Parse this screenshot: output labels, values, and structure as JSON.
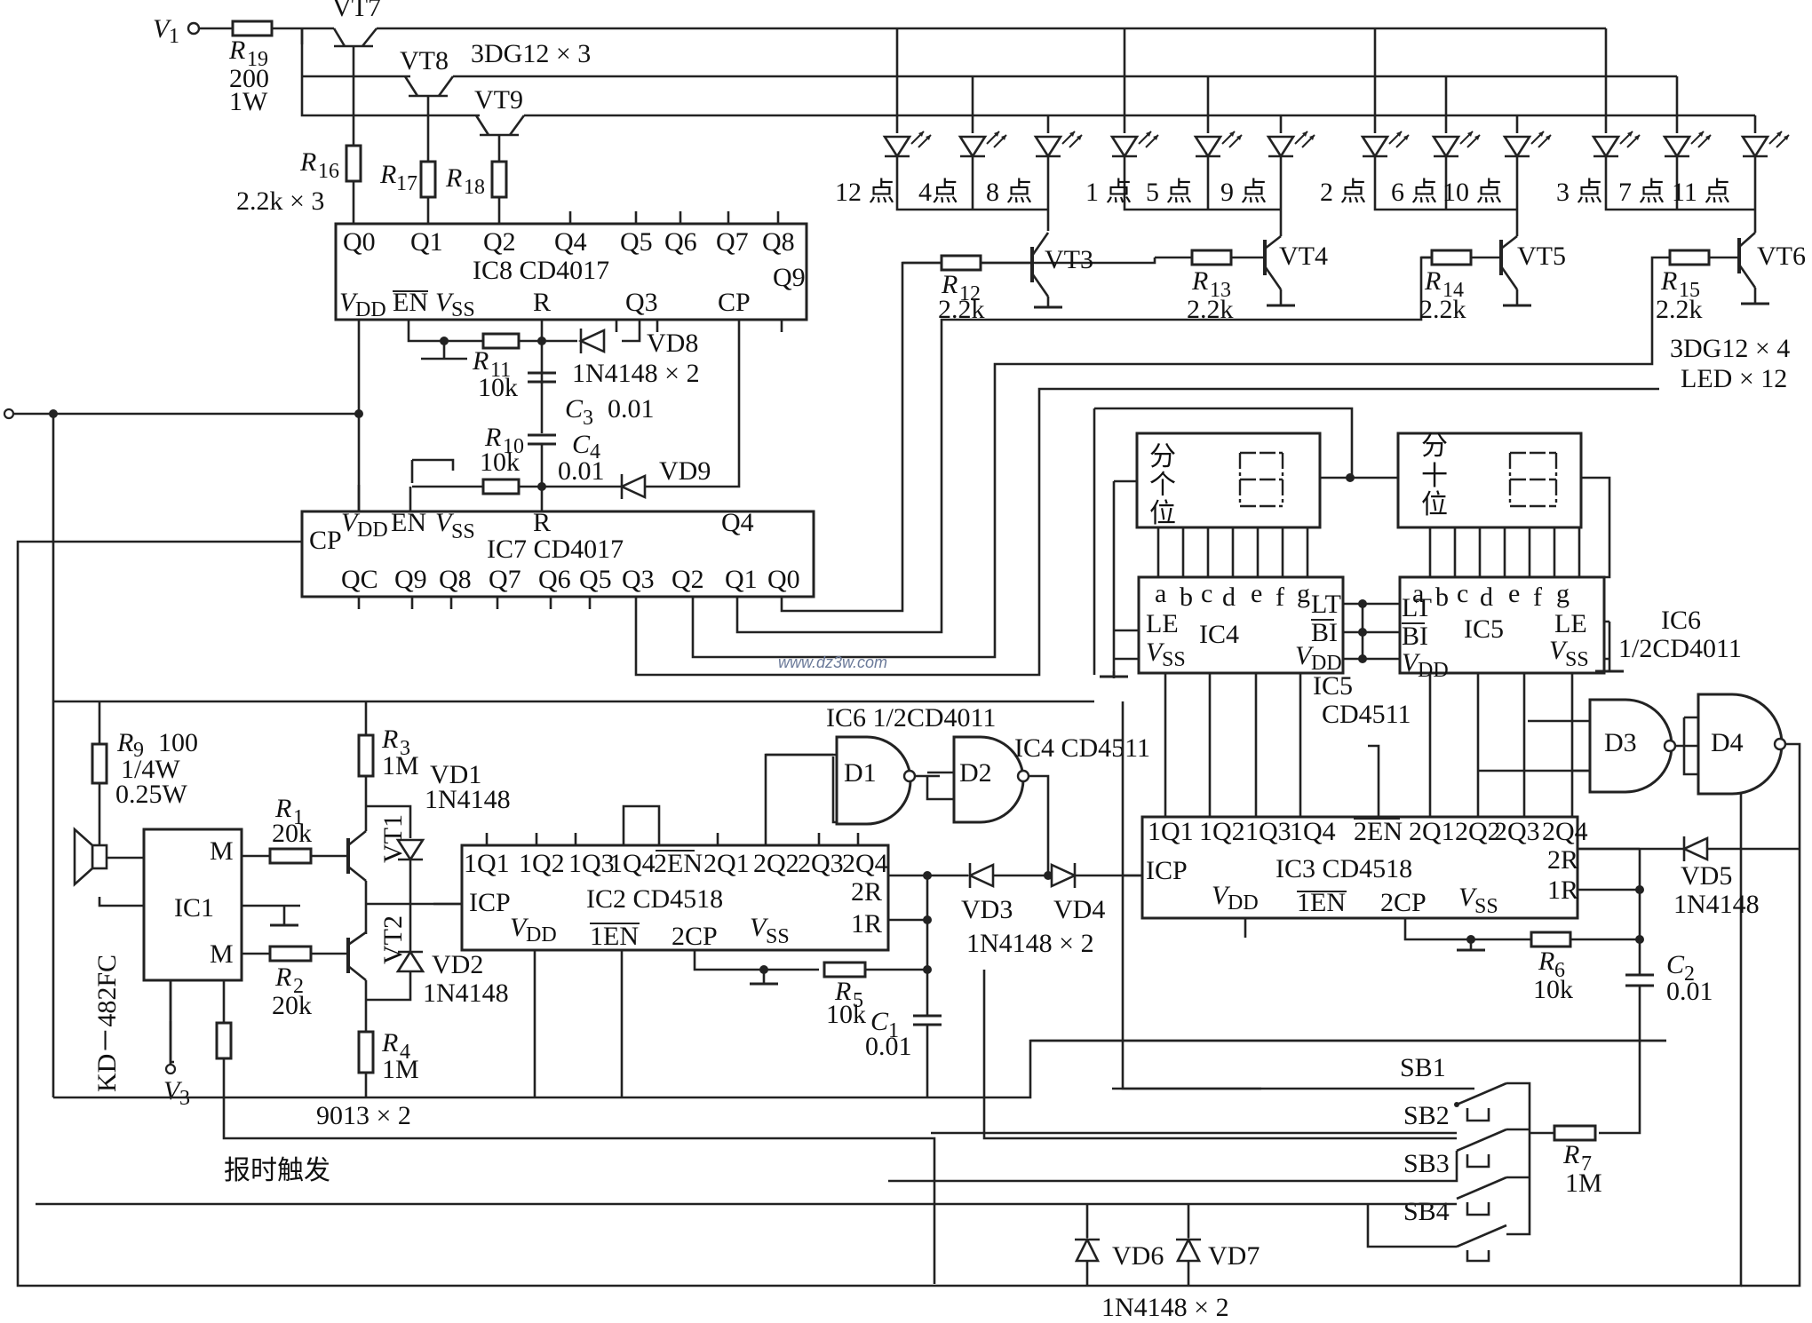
{
  "labels": {
    "v1": "V",
    "v1_sub": "1",
    "vt7": "VT7",
    "vt8": "VT8",
    "vt9": "VT9",
    "vt_type": "3DG12 × 3",
    "r19": "R",
    "r19_sub": "19",
    "r19_val": "200",
    "r19_pow": "1W",
    "r16": "R",
    "r16_sub": "16",
    "r17": "R",
    "r17_sub": "17",
    "r18": "R",
    "r18_sub": "18",
    "r16_val": "2.2k × 3",
    "ic8_pins_top": [
      "Q0",
      "Q1",
      "Q2",
      "Q4",
      "Q5",
      "Q6",
      "Q7",
      "Q8"
    ],
    "ic8_q9": "Q9",
    "ic8_name": "IC8  CD4017",
    "ic8_vdd": "V",
    "ic8_vdd_sub": "DD",
    "ic8_en": "EN",
    "ic8_vss": "V",
    "ic8_vss_sub": "SS",
    "ic8_r": "R",
    "ic8_q3": "Q3",
    "ic8_cp": "CP",
    "vd8": "VD8",
    "r11": "R",
    "r11_sub": "11",
    "r11_val": "10k",
    "vd_type": "1N4148 × 2",
    "c3": "C",
    "c3_sub": "3",
    "c3_val": "0.01",
    "r10": "R",
    "r10_sub": "10",
    "r10_val": "10k",
    "c4": "C",
    "c4_sub": "4",
    "c4_val": "0.01",
    "vd9": "VD9",
    "ic7_cp": "CP",
    "ic7_vdd": "V",
    "ic7_vdd_sub": "DD",
    "ic7_en": "EN",
    "ic7_vss": "V",
    "ic7_vss_sub": "SS",
    "ic7_r": "R",
    "ic7_q4": "Q4",
    "ic7_name": "IC7  CD4017",
    "ic7_pins_bottom": [
      "QC",
      "Q9",
      "Q8",
      "Q7",
      "Q6",
      "Q5",
      "Q3",
      "Q2",
      "Q1",
      "Q0"
    ],
    "led_hours": [
      "12 点",
      "4点",
      "8 点",
      "1 点",
      "5 点",
      "9 点",
      "2 点",
      "6 点",
      "10 点",
      "3 点",
      "7 点",
      "11 点"
    ],
    "vt3": "VT3",
    "vt4": "VT4",
    "vt5": "VT5",
    "vt6": "VT6",
    "r12": "R",
    "r12_sub": "12",
    "r13": "R",
    "r13_sub": "13",
    "r14": "R",
    "r14_sub": "14",
    "r15": "R",
    "r15_sub": "15",
    "r_base_val": "2.2k",
    "vt_type2": "3DG12 × 4",
    "led_count": "LED × 12",
    "disp1_a": "分",
    "disp1_b": "个",
    "disp1_c": "位",
    "disp2_a": "分",
    "disp2_b": "十",
    "disp2_c": "位",
    "seg_pins": [
      "a",
      "b",
      "c",
      "d",
      "e",
      "f",
      "g"
    ],
    "ic4_name": "IC4",
    "ic4_le": "LE",
    "ic4_vss": "V",
    "ic4_vss_sub": "SS",
    "ic4_lt": "LT",
    "ic4_bi": "BI",
    "ic4_vdd": "V",
    "ic4_vdd_sub": "DD",
    "ic5_name": "IC5",
    "ic5_lt": "LT",
    "ic5_bi": "BI",
    "ic5_vdd": "V",
    "ic5_vdd_sub": "DD",
    "ic5_le": "LE",
    "ic5_vss": "V",
    "ic5_vss_sub": "SS",
    "ic6_label": "IC6",
    "ic6_half": "1/2CD4011",
    "ic5_label": "IC5",
    "ic5_type": "CD4511",
    "watermark": "www.dz3w.com",
    "r9": "R",
    "r9_sub": "9",
    "r9_val": "100",
    "r9_pow1": "1/4W",
    "r9_pow2": "0.25W",
    "r3": "R",
    "r3_sub": "3",
    "r3_val": "1M",
    "vd1": "VD1",
    "vd1_type": "1N4148",
    "r1": "R",
    "r1_sub": "1",
    "r1_val": "20k",
    "ic1_m1": "M",
    "ic1_name": "IC1",
    "ic1_m2": "M",
    "vt1": "VT1",
    "vt2": "VT2",
    "r2": "R",
    "r2_sub": "2",
    "r2_val": "20k",
    "vd2": "VD2",
    "vd2_type": "1N4148",
    "r4": "R",
    "r4_sub": "4",
    "r4_val": "1M",
    "kd": "KD－482FC",
    "v3": "V",
    "v3_sub": "3",
    "transistor_pair": "9013 × 2",
    "trigger": "报时触发",
    "ic6_top": "IC6  1/2CD4011",
    "d1": "D1",
    "d2": "D2",
    "ic4_type": "IC4  CD4511",
    "ic2_pins_top": [
      "1Q1",
      "1Q2",
      "1Q3",
      "1Q4",
      "2EN",
      "2Q1",
      "2Q2",
      "2Q3",
      "2Q4"
    ],
    "ic2_icp": "ICP",
    "ic2_name": "IC2  CD4518",
    "ic2_2r": "2R",
    "ic2_1r": "1R",
    "ic2_vdd": "V",
    "ic2_vdd_sub": "DD",
    "ic2_1en": "1EN",
    "ic2_2cp": "2CP",
    "ic2_vss": "V",
    "ic2_vss_sub": "SS",
    "vd3": "VD3",
    "vd4": "VD4",
    "vd34_type": "1N4148 × 2",
    "r5": "R",
    "r5_sub": "5",
    "r5_val": "10k",
    "c1": "C",
    "c1_sub": "1",
    "c1_val": "0.01",
    "ic3_pins_top": [
      "1Q1",
      "1Q2",
      "1Q3",
      "1Q4",
      "2EN",
      "2Q1",
      "2Q2",
      "2Q3",
      "2Q4"
    ],
    "ic3_icp": "ICP",
    "ic3_name": "IC3  CD4518",
    "ic3_2r": "2R",
    "ic3_1r": "1R",
    "ic3_vdd": "V",
    "ic3_vdd_sub": "DD",
    "ic3_1en": "1EN",
    "ic3_2cp": "2CP",
    "ic3_vss": "V",
    "ic3_vss_sub": "SS",
    "d3": "D3",
    "d4": "D4",
    "vd5": "VD5",
    "vd5_type": "1N4148",
    "r6": "R",
    "r6_sub": "6",
    "r6_val": "10k",
    "c2": "C",
    "c2_sub": "2",
    "c2_val": "0.01",
    "sb1": "SB1",
    "sb2": "SB2",
    "sb3": "SB3",
    "sb4": "SB4",
    "r7": "R",
    "r7_sub": "7",
    "r7_val": "1M",
    "vd6": "VD6",
    "vd7": "VD7",
    "vd67_type": "1N4148 × 2"
  }
}
